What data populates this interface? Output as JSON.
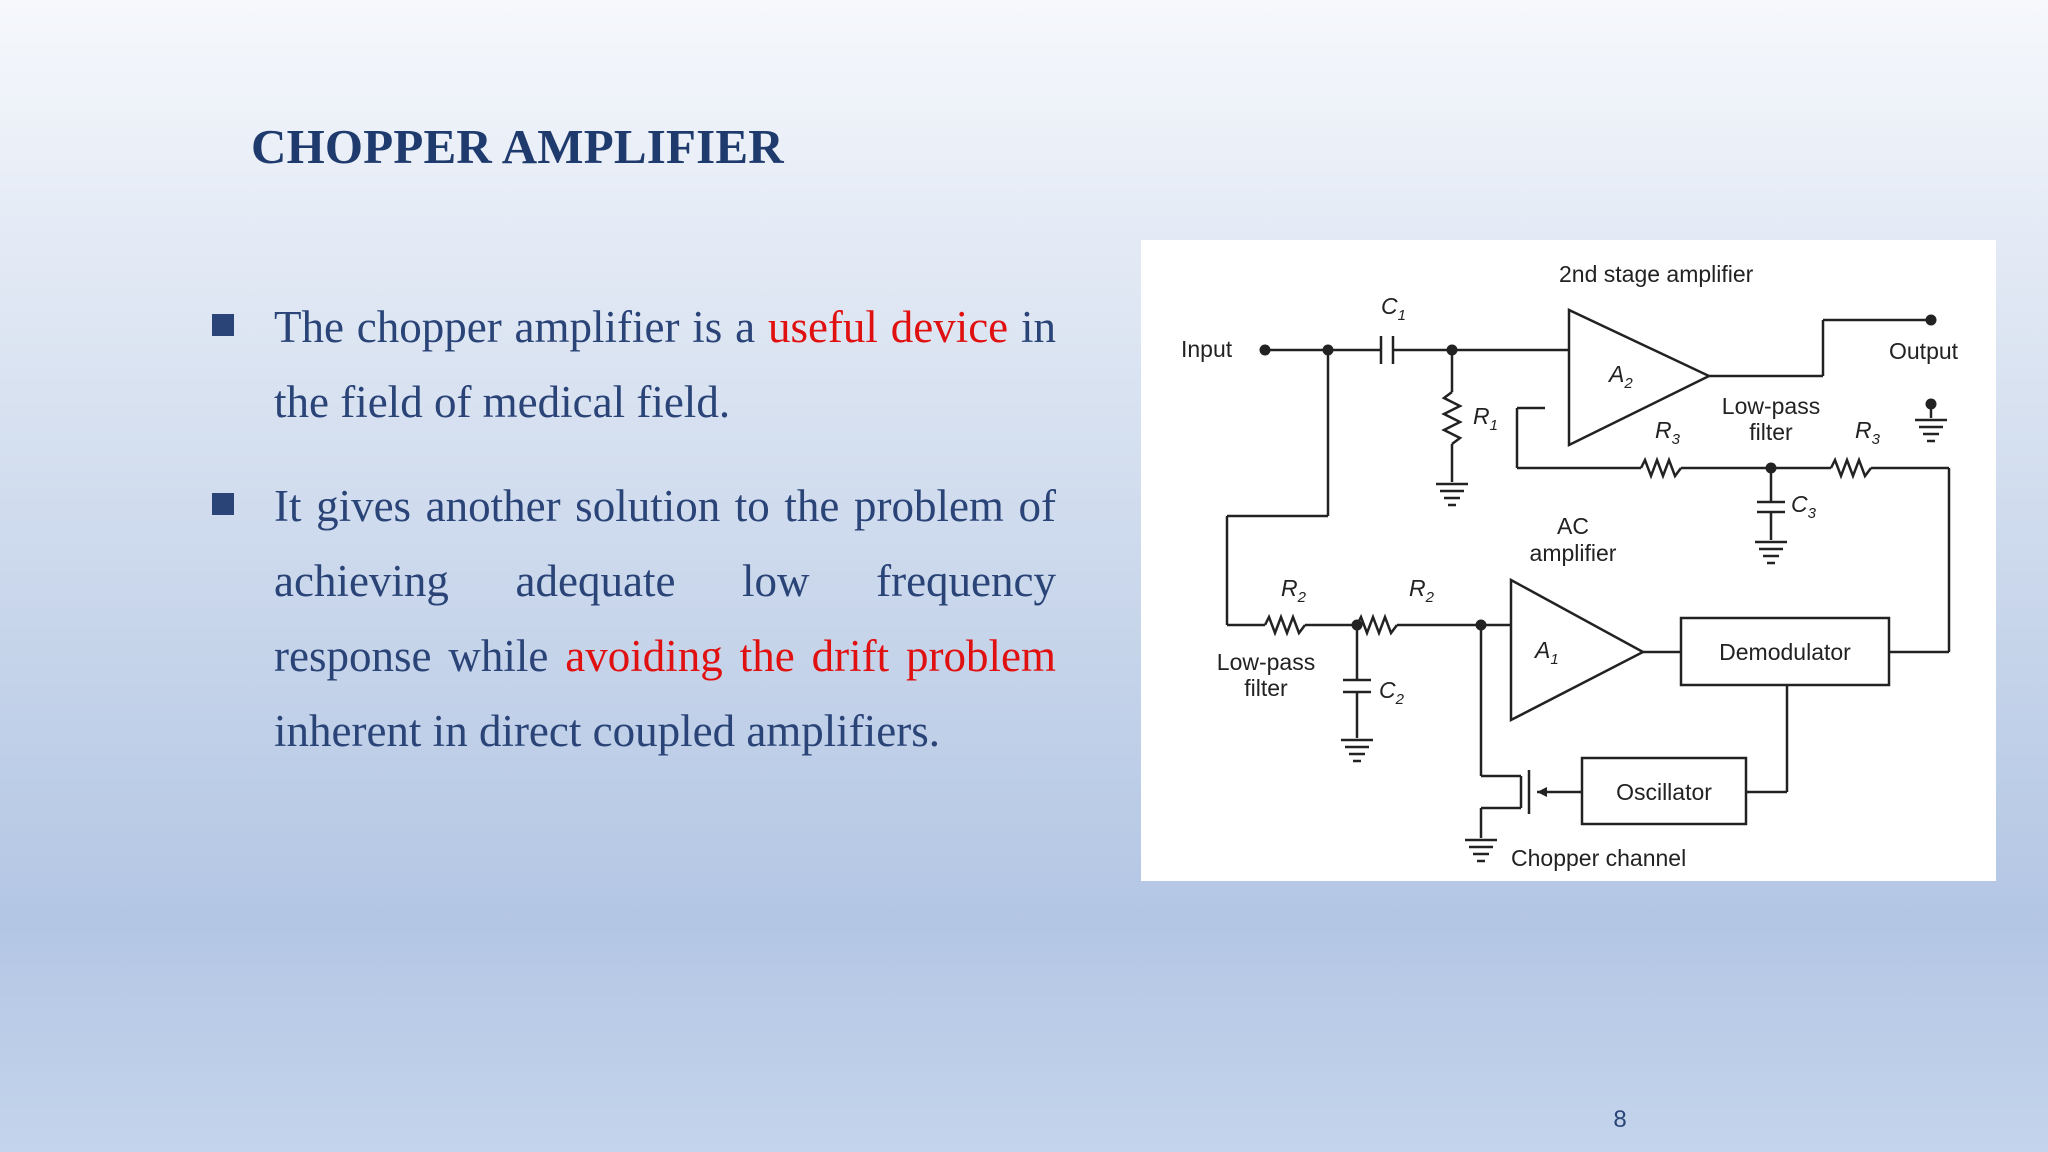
{
  "slide": {
    "title": "CHOPPER AMPLIFIER",
    "bullets": [
      {
        "segments": [
          {
            "text": "The chopper amplifier is a ",
            "highlight": false
          },
          {
            "text": "useful device",
            "highlight": true
          },
          {
            "text": " in the field of medical field.",
            "highlight": false
          }
        ]
      },
      {
        "segments": [
          {
            "text": "It gives another solution to the problem of achieving adequate low frequency response while ",
            "highlight": false
          },
          {
            "text": "avoiding the drift problem",
            "highlight": true
          },
          {
            "text": " inherent in direct coupled amplifiers.",
            "highlight": false
          }
        ]
      }
    ],
    "page_number": "8",
    "colors": {
      "text": "#2a4478",
      "title": "#1f3b6e",
      "highlight": "#e01010"
    }
  },
  "diagram": {
    "stage2_label": "2nd stage amplifier",
    "input": "Input",
    "output": "Output",
    "c1": "C",
    "c1_sub": "1",
    "r1": "R",
    "r1_sub": "1",
    "a2": "A",
    "a2_sub": "2",
    "a1": "A",
    "a1_sub": "1",
    "lpf_top_1": "Low-pass",
    "lpf_top_2": "filter",
    "r3_left": "R",
    "r3_left_sub": "3",
    "r3_right": "R",
    "r3_right_sub": "3",
    "c3": "C",
    "c3_sub": "3",
    "ac_amp_1": "AC",
    "ac_amp_2": "amplifier",
    "r2_left": "R",
    "r2_left_sub": "2",
    "r2_right": "R",
    "r2_right_sub": "2",
    "lpf_bottom_1": "Low-pass",
    "lpf_bottom_2": "filter",
    "c2": "C",
    "c2_sub": "2",
    "demodulator": "Demodulator",
    "oscillator": "Oscillator",
    "chopper": "Chopper channel"
  }
}
